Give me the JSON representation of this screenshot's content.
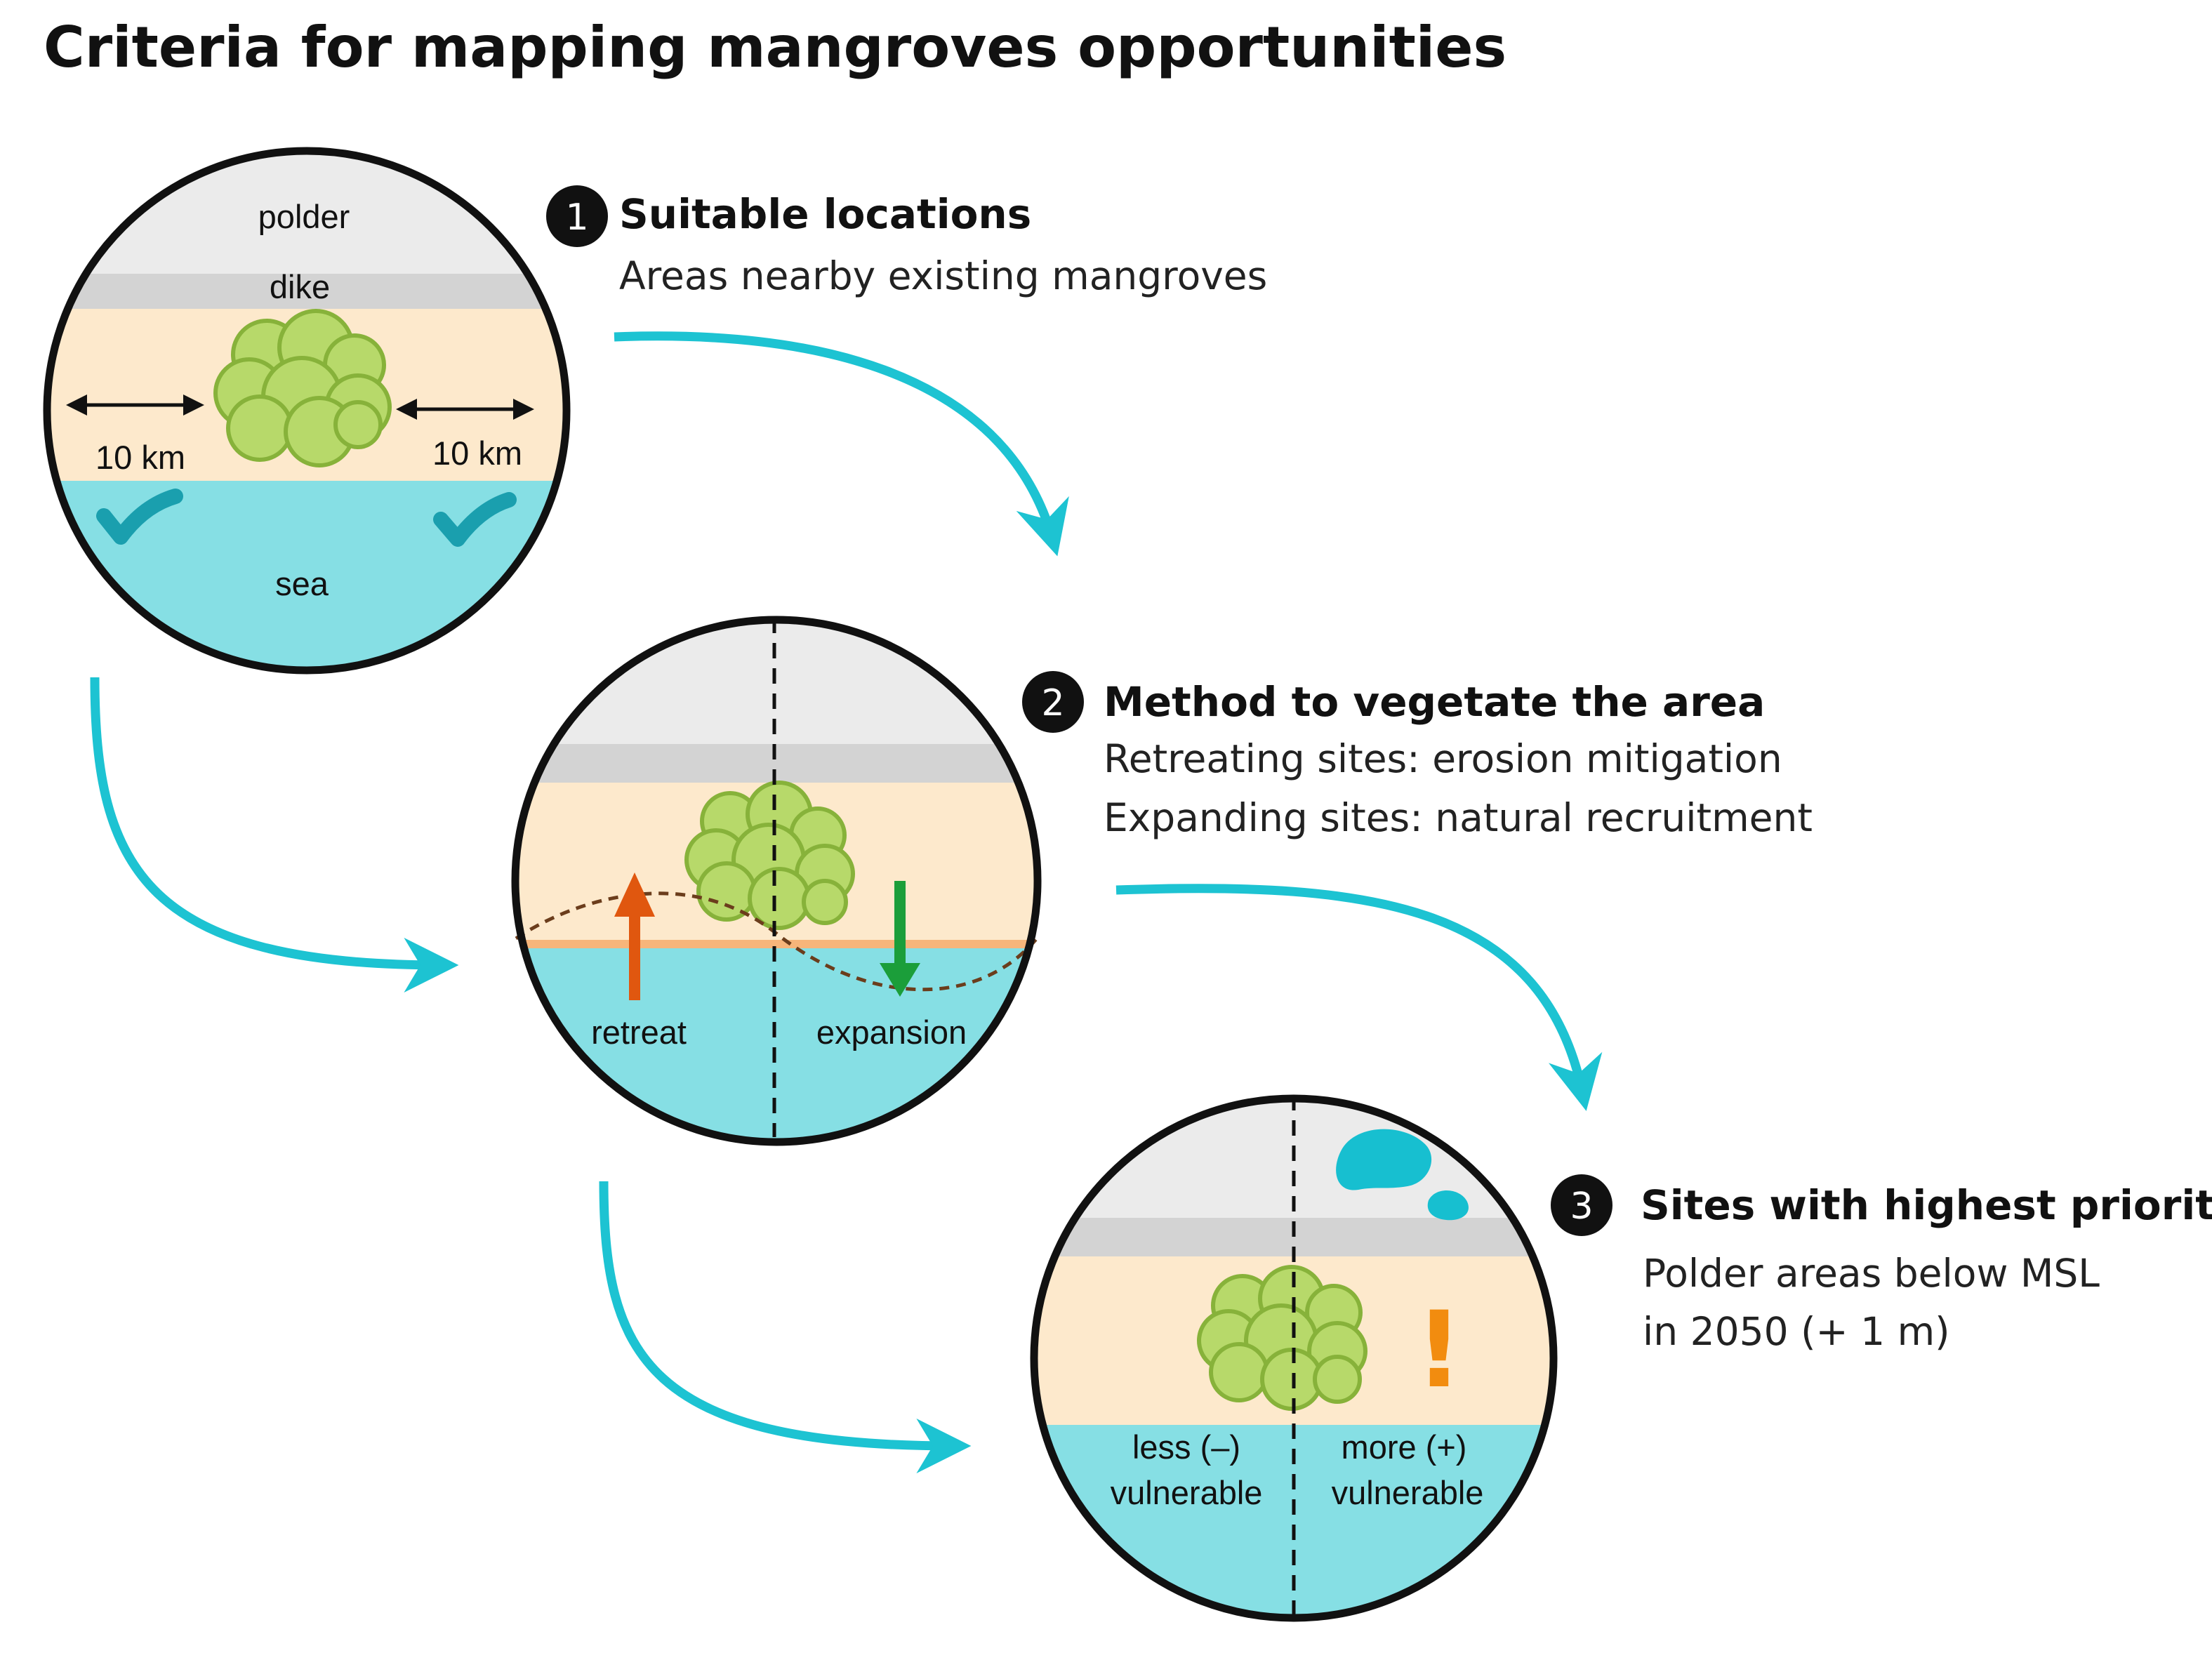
{
  "title": "Criteria for mapping mangroves opportunities",
  "colors": {
    "polder": "#ebebeb",
    "dike": "#d3d3d3",
    "land": "#fde9cc",
    "sea": "#86dfe4",
    "arrow": "#1dc3d2",
    "check": "#1a9fae",
    "mangrove": "#b7d96a",
    "mangrove_outline": "#87b23a",
    "retreat": "#e0570f",
    "expansion": "#1b9e3a",
    "shoreline": "#f7b57a",
    "dashed_curve": "#6b3d1c",
    "warning": "#f28c0f",
    "flood": "#17bfd0"
  },
  "steps": [
    {
      "number": "1",
      "heading": "Suitable locations",
      "lines": [
        "Areas nearby existing mangroves"
      ]
    },
    {
      "number": "2",
      "heading": "Method to vegetate the area",
      "lines": [
        "Retreating sites: erosion mitigation",
        "Expanding sites: natural recruitment"
      ]
    },
    {
      "number": "3",
      "heading": "Sites with highest priority",
      "lines": [
        "Polder areas below MSL",
        "in 2050 (+ 1 m)"
      ]
    }
  ],
  "circle1": {
    "polder": "polder",
    "dike": "dike",
    "distance_left": "10 km",
    "distance_right": "10 km",
    "sea": "sea",
    "icons": [
      "double-arrow-icon",
      "checkmark-icon"
    ]
  },
  "circle2": {
    "retreat": "retreat",
    "expansion": "expansion",
    "icons": [
      "up-arrow-icon",
      "down-arrow-icon"
    ]
  },
  "circle3": {
    "left_line1": "less (–)",
    "left_line2": "vulnerable",
    "right_line1": "more (+)",
    "right_line2": "vulnerable",
    "warning": "!",
    "icons": [
      "flood-puddle-icon",
      "warning-icon"
    ]
  }
}
